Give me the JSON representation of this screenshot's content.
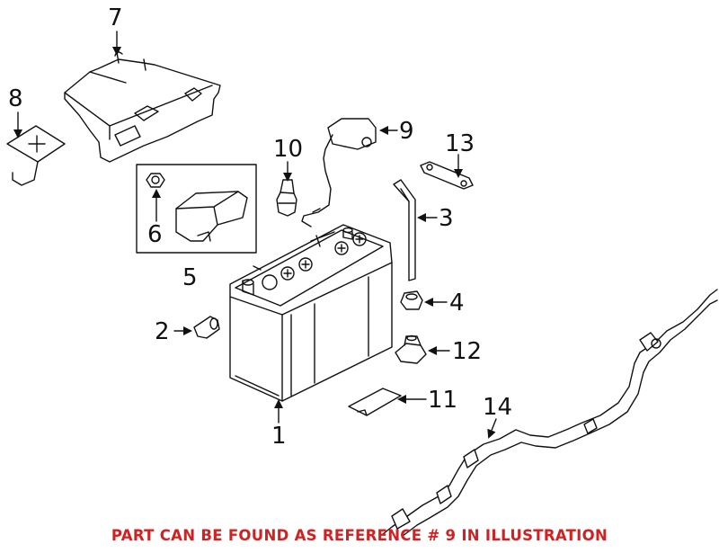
{
  "callouts": {
    "c1": "1",
    "c2": "2",
    "c3": "3",
    "c4": "4",
    "c5": "5",
    "c6": "6",
    "c7": "7",
    "c8": "8",
    "c9": "9",
    "c10": "10",
    "c11": "11",
    "c12": "12",
    "c13": "13",
    "c14": "14"
  },
  "footer": {
    "note": "PART CAN BE FOUND AS REFERENCE # 9 IN ILLUSTRATION"
  },
  "colors": {
    "line": "#111111",
    "note": "#d42020",
    "background": "#ffffff"
  }
}
